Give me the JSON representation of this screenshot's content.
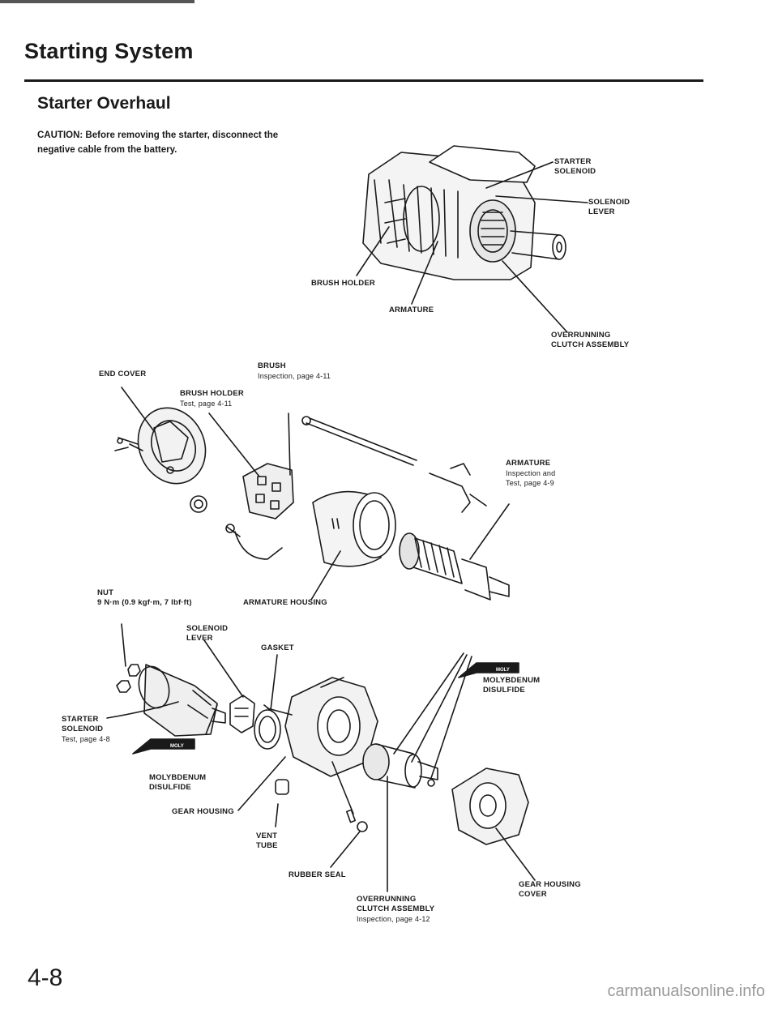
{
  "header": {
    "section_title": "Starting System",
    "subsection_title": "Starter Overhaul"
  },
  "caution": {
    "line1": "CAUTION:  Before removing the starter, disconnect the",
    "line2": "negative cable from the battery."
  },
  "top_labels": {
    "starter_solenoid": [
      "STARTER",
      "SOLENOID"
    ],
    "solenoid_lever": [
      "SOLENOID",
      "LEVER"
    ],
    "brush_holder": "BRUSH HOLDER",
    "armature": "ARMATURE",
    "overrunning_clutch": [
      "OVERRUNNING",
      "CLUTCH ASSEMBLY"
    ]
  },
  "exploded_labels": {
    "end_cover": "END COVER",
    "brush": "BRUSH",
    "brush_ref": "Inspection, page 4-11",
    "brush_holder": "BRUSH HOLDER",
    "brush_holder_ref": "Test, page 4-11",
    "armature": "ARMATURE",
    "armature_ref1": "Inspection and",
    "armature_ref2": "Test, page 4-9",
    "nut": "NUT",
    "nut_torque": "9 N·m (0.9 kgf·m, 7 lbf·ft)",
    "armature_housing": "ARMATURE HOUSING",
    "solenoid_lever": [
      "SOLENOID",
      "LEVER"
    ],
    "gasket": "GASKET",
    "moly_right": [
      "MOLYBDENUM",
      "DISULFIDE"
    ],
    "starter_solenoid": [
      "STARTER",
      "SOLENOID"
    ],
    "starter_solenoid_ref": "Test, page 4-8",
    "moly_left": [
      "MOLYBDENUM",
      "DISULFIDE"
    ],
    "gear_housing": "GEAR HOUSING",
    "vent_tube": [
      "VENT",
      "TUBE"
    ],
    "rubber_seal": "RUBBER SEAL",
    "gear_housing_cover": [
      "GEAR HOUSING",
      "COVER"
    ],
    "overrunning_clutch": [
      "OVERRUNNING",
      "CLUTCH ASSEMBLY"
    ],
    "overrunning_clutch_ref": "Inspection, page 4-12"
  },
  "footer": {
    "page_number": "4-8",
    "watermark": "carmanualsonline.info"
  }
}
